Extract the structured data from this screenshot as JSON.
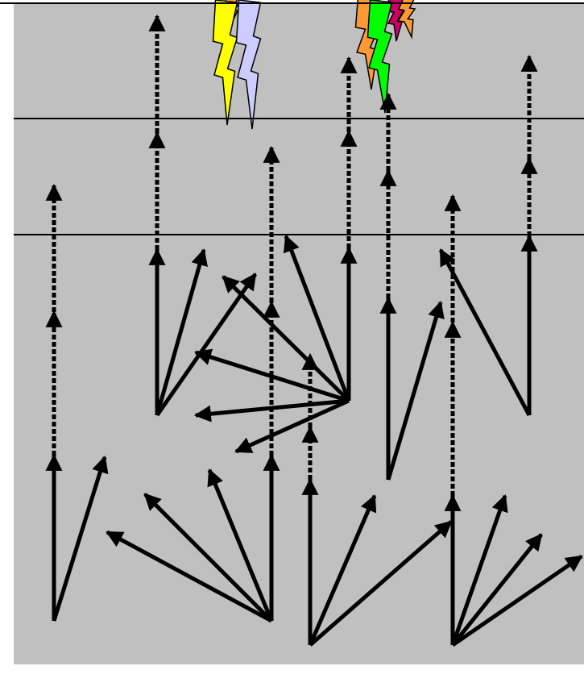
{
  "colors": {
    "background_panel": "#c0c0c0",
    "page_background": "#ffffff",
    "arrow": "#000000",
    "layer_line": "#000000",
    "flash_yellow": "#ffff00",
    "flash_lavender": "#ccccff",
    "flash_orange": "#ff9933",
    "flash_green": "#00ff00",
    "flash_magenta": "#cc0066"
  },
  "diagram": {
    "layers": 3,
    "arrow_style_solid": "solid",
    "arrow_style_dotted": "dotted",
    "icons": [
      "lightning-flash-icon"
    ]
  }
}
